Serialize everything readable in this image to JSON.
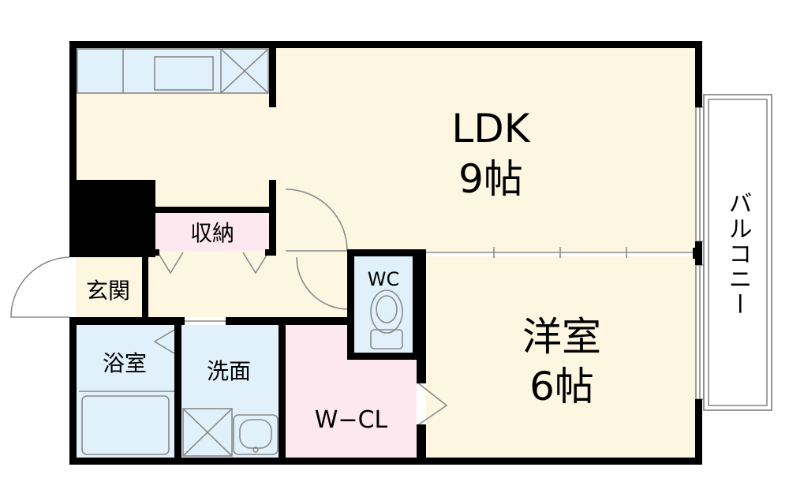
{
  "colors": {
    "wall": "#000000",
    "floor_living": "#fdf6e1",
    "floor_wet": "#e1f1fb",
    "floor_closet": "#fde8ef",
    "outline": "#8a8a8a"
  },
  "rooms": {
    "ldk": {
      "name": "LDK",
      "size": "9帖"
    },
    "western": {
      "name": "洋室",
      "size": "6帖"
    },
    "storage": {
      "name": "収納"
    },
    "entrance": {
      "name": "玄関"
    },
    "wc": {
      "name": "WC"
    },
    "bath": {
      "name": "浴室"
    },
    "washroom": {
      "name": "洗面"
    },
    "closet": {
      "name": "W−CL"
    },
    "balcony": {
      "name": "バルコニー"
    }
  }
}
